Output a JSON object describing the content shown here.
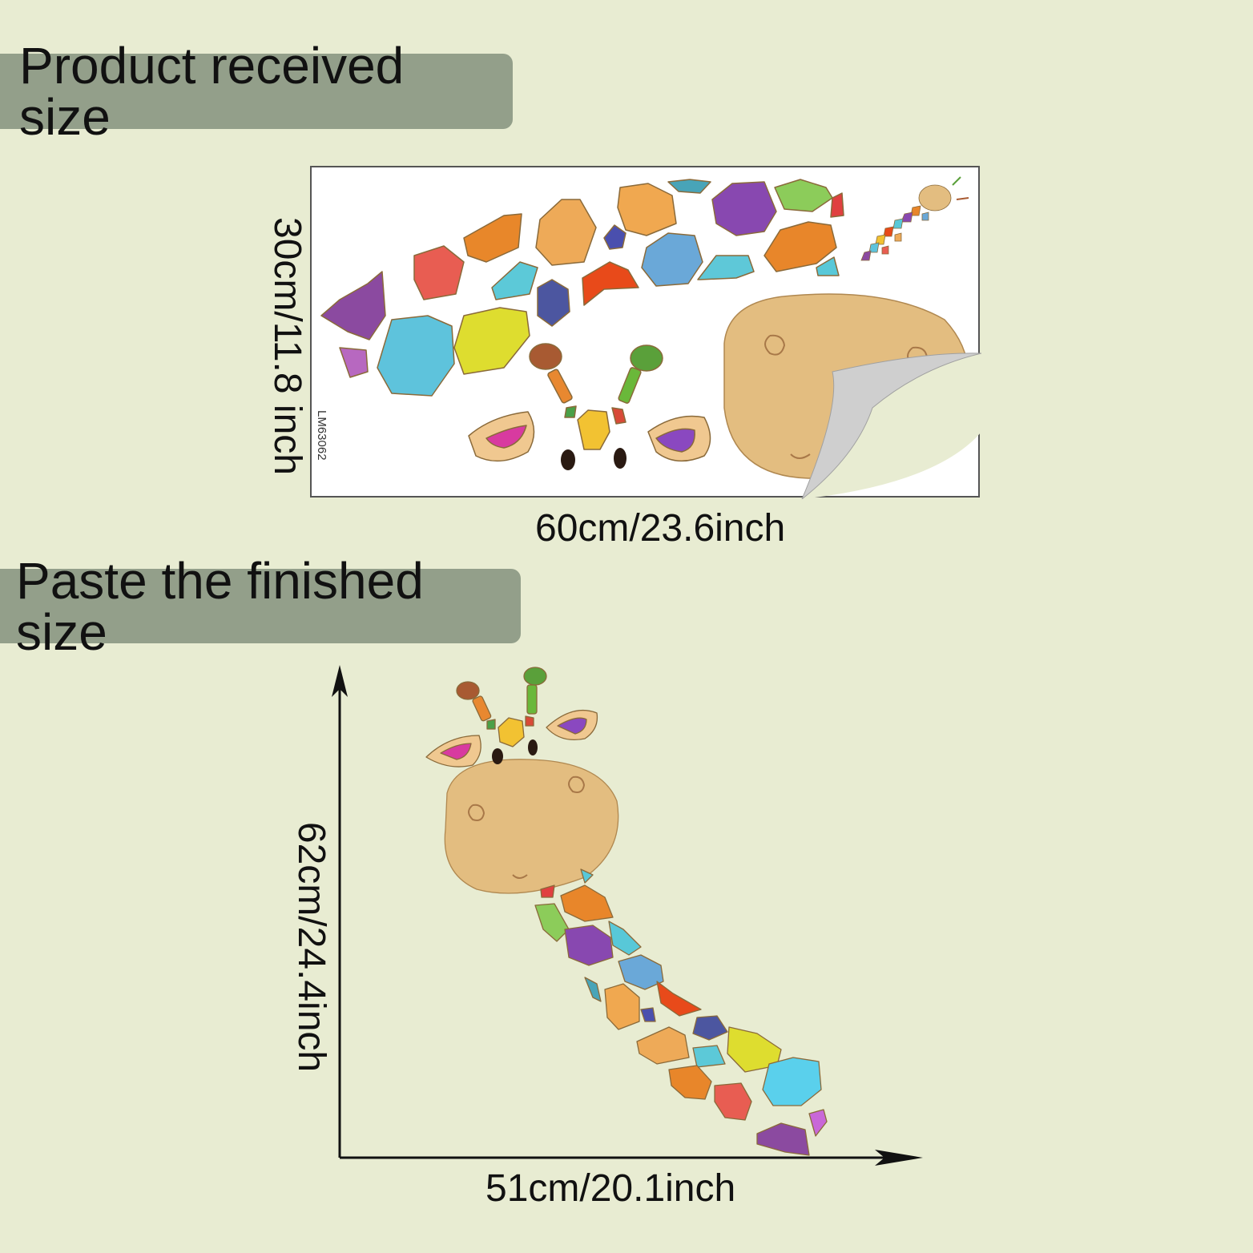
{
  "banners": {
    "received": "Product received size",
    "finished": "Paste the finished size"
  },
  "sheet": {
    "height_label": "30cm/11.8 inch",
    "width_label": "60cm/23.6inch",
    "product_code": "LM63062"
  },
  "finished": {
    "height_label": "62cm/24.4inch",
    "width_label": "51cm/20.1inch"
  },
  "colors": {
    "background": "#e8ecd2",
    "banner": "#939f8a",
    "head": "#e3bd80"
  }
}
